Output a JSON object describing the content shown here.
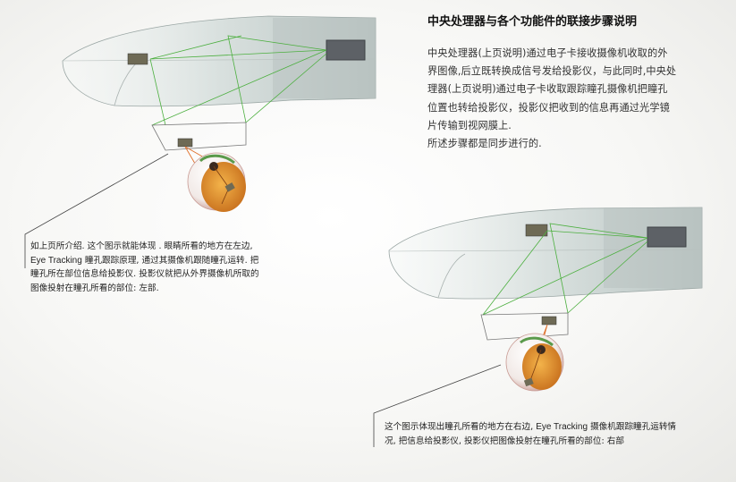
{
  "title": "中央处理器与各个功能件的联接步骤说明",
  "description": [
    "中央处理器(上页说明)通过电子卡接收摄像机收取的外",
    "界图像,后立既转换成信号发给投影仪，与此同时,中央处",
    "理器(上页说明)通过电子卡收取跟踪瞳孔摄像机把瞳孔",
    "位置也转给投影仪，投影仪把收到的信息再通过光学镜",
    "片传输到视网膜上.",
    "所述步骤都是同步进行的."
  ],
  "caption_left": [
    "如上页所介绍. 这个图示就能体现 . 眼睛所看的地方在左边,",
    {
      "prefix": "Eye Tracking",
      "text": " 瞳孔跟踪原理,  通过其摄像机跟随瞳孔运转.  把"
    },
    "瞳孔所在部位信息给投影仪.  投影仪就把从外界摄像机所取的",
    "图像投射在瞳孔所看的部位:  左部."
  ],
  "caption_right": [
    {
      "text": "这个图示体现出瞳孔所看的地方在右边,  ",
      "suffix": "Eye Tracking",
      "tail": " 摄像机跟踪瞳孔运转情"
    },
    "况,  把信息给投影仪,  投影仪把图像投射在瞳孔所看的部位:  右部"
  ],
  "colors": {
    "lens_body": "#c9d3d1",
    "lens_edge": "#8d9a98",
    "camera_box": "#5d6166",
    "ray_green": "#4caf3f",
    "ray_orange": "#e0702a",
    "eye_iris": "#e09030",
    "leader_line": "#444444"
  }
}
